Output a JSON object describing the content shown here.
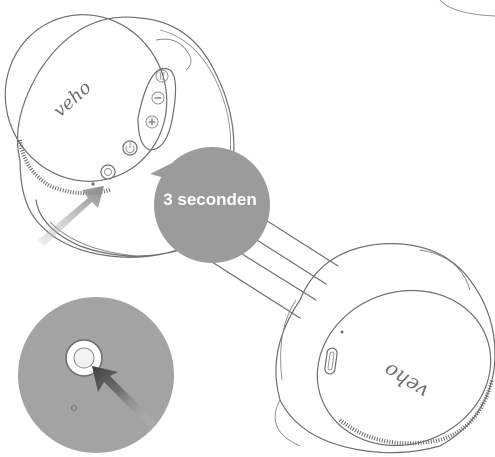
{
  "callout": {
    "text": "3 seconden"
  },
  "brand": {
    "left_cup": "veho",
    "right_cup": "veho"
  },
  "colors": {
    "callout_fill": "#9b9b9b",
    "arrow": "#8a8a8a",
    "detail_fill": "#a3a3a3",
    "line_art": "#6f6f6f"
  },
  "icons": [
    "power-icon",
    "plus-icon",
    "minus-icon",
    "mute-icon",
    "usb-c-port-icon"
  ]
}
